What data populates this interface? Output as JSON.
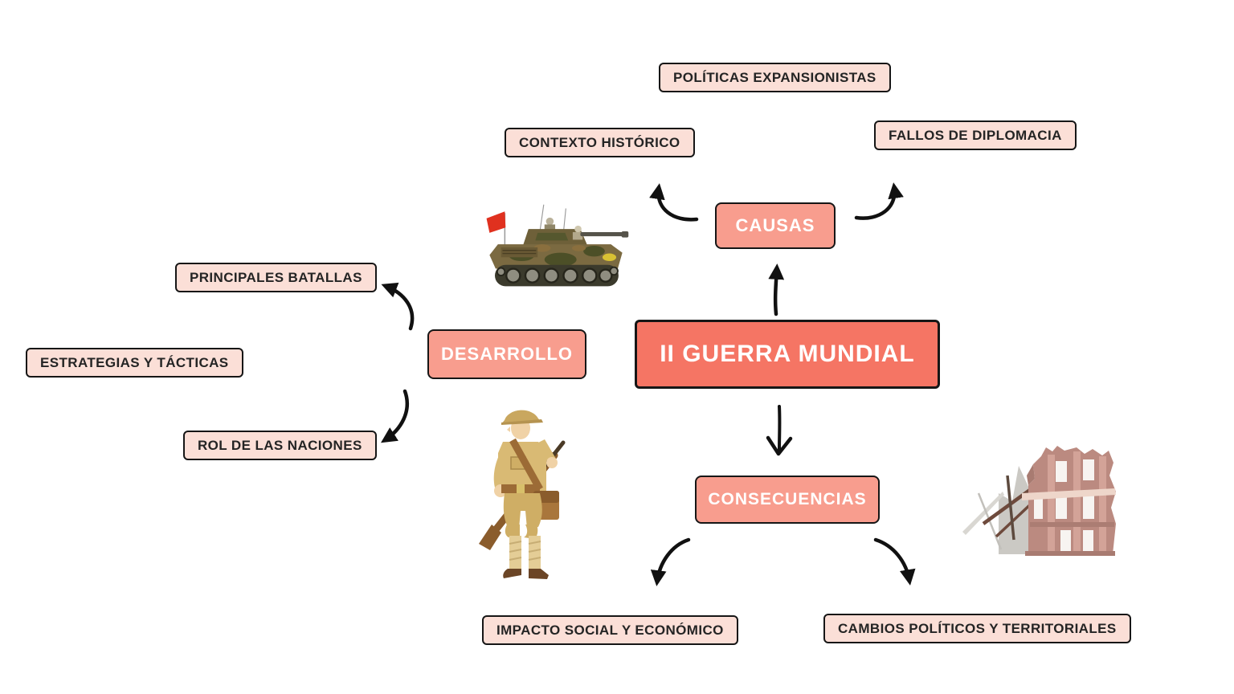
{
  "title": "Mapa mental II Guerra Mundial",
  "colors": {
    "background": "#ffffff",
    "central_fill": "#f57564",
    "branch_fill": "#f89d8e",
    "leaf_fill": "#fbdfd7",
    "border": "#161616",
    "node_text": "#ffffff",
    "leaf_text": "#242424",
    "arrow": "#111111",
    "flag_red": "#e0311f"
  },
  "central": {
    "label": "II GUERRA MUNDIAL"
  },
  "branches": {
    "causas": {
      "label": "CAUSAS"
    },
    "desarrollo": {
      "label": "DESARROLLO"
    },
    "consecuencias": {
      "label": "CONSECUENCIAS"
    }
  },
  "leaves": {
    "politicas": {
      "label": "POLÍTICAS EXPANSIONISTAS"
    },
    "contexto": {
      "label": "CONTEXTO HISTÓRICO"
    },
    "fallos": {
      "label": "FALLOS DE DIPLOMACIA"
    },
    "batallas": {
      "label": "PRINCIPALES BATALLAS"
    },
    "estrategias": {
      "label": "ESTRATEGIAS Y TÁCTICAS"
    },
    "rol": {
      "label": "ROL DE LAS NACIONES"
    },
    "impacto": {
      "label": "IMPACTO SOCIAL Y ECONÓMICO"
    },
    "cambios": {
      "label": "CAMBIOS POLÍTICOS Y TERRITORIALES"
    }
  },
  "edges": [
    {
      "from": "ii-guerra-mundial",
      "to": "causas"
    },
    {
      "from": "ii-guerra-mundial",
      "to": "consecuencias"
    },
    {
      "from": "causas",
      "to": "contexto-historico"
    },
    {
      "from": "causas",
      "to": "fallos-de-diplomacia"
    },
    {
      "from": "desarrollo",
      "to": "principales-batallas"
    },
    {
      "from": "desarrollo",
      "to": "rol-de-las-naciones"
    },
    {
      "from": "consecuencias",
      "to": "impacto-social-y-economico"
    },
    {
      "from": "consecuencias",
      "to": "cambios-politicos-y-territoriales"
    }
  ],
  "illustrations": {
    "tank": "camouflage tank with red flag and crew",
    "soldier": "WW2 soldier in khaki uniform holding rifle",
    "ruins": "bombed ruined building"
  }
}
